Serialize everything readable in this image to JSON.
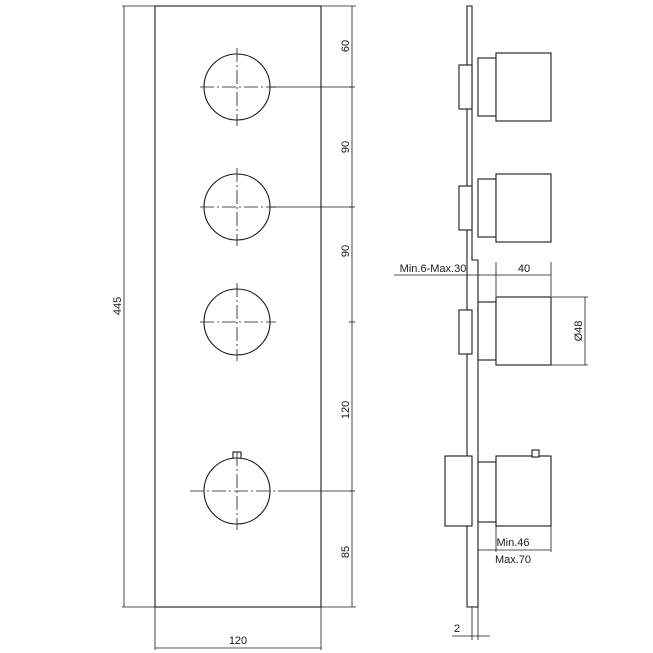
{
  "front_view": {
    "overall_height": "445",
    "width": "120",
    "vertical_dims": [
      "60",
      "90",
      "90",
      "120",
      "85"
    ]
  },
  "side_view": {
    "depth_range": "Min.6-Max.30",
    "knob_length": "40",
    "knob_diameter": "Ø48",
    "thermostat_min": "Min.46",
    "thermostat_max": "Max.70",
    "plate_thickness": "2"
  }
}
